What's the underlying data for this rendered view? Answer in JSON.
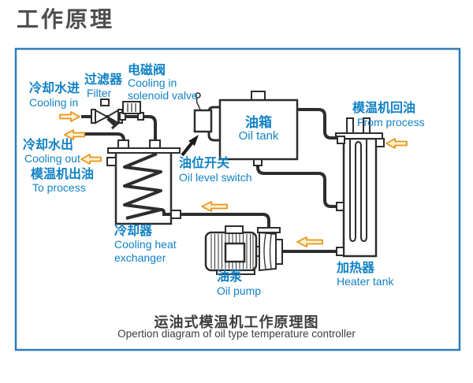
{
  "page_title": "工作原理",
  "diagram": {
    "labels": {
      "cooling_in": {
        "cn": "冷却水进",
        "en": "Cooling in"
      },
      "filter": {
        "cn": "过滤器",
        "en": "Filter"
      },
      "solenoid_valve": {
        "cn": "电磁阀",
        "en_line1": "Cooling in",
        "en_line2": "solenoid valve"
      },
      "cooling_out": {
        "cn": "冷却水出",
        "en": "Cooling out"
      },
      "to_process": {
        "cn": "模温机出油",
        "en": "To process"
      },
      "oil_tank": {
        "cn": "油箱",
        "en": "Oil tank"
      },
      "oil_level_switch": {
        "cn": "油位开关",
        "en": "Oil level switch"
      },
      "from_process": {
        "cn": "模温机回油",
        "en": "From process"
      },
      "cooler": {
        "cn": "冷却器",
        "en_line1": "Cooling heat",
        "en_line2": "exchanger"
      },
      "oil_pump": {
        "cn": "油泵",
        "en": "Oil pump"
      },
      "heater": {
        "cn": "加热器",
        "en": "Heater tank"
      }
    },
    "caption": {
      "cn": "运油式模温机工作原理图",
      "en": "Opertion diagram of oil type temperature controller"
    },
    "colors": {
      "border_blue": "#2e7cb8",
      "label_blue": "#1182c6",
      "line_dark": "#2d2d2d",
      "arrow_fill": "#fdf0cd",
      "arrow_stroke": "#e8961e",
      "title_gray": "#4e4e4e",
      "caption_gray": "#3c3c3c"
    }
  }
}
